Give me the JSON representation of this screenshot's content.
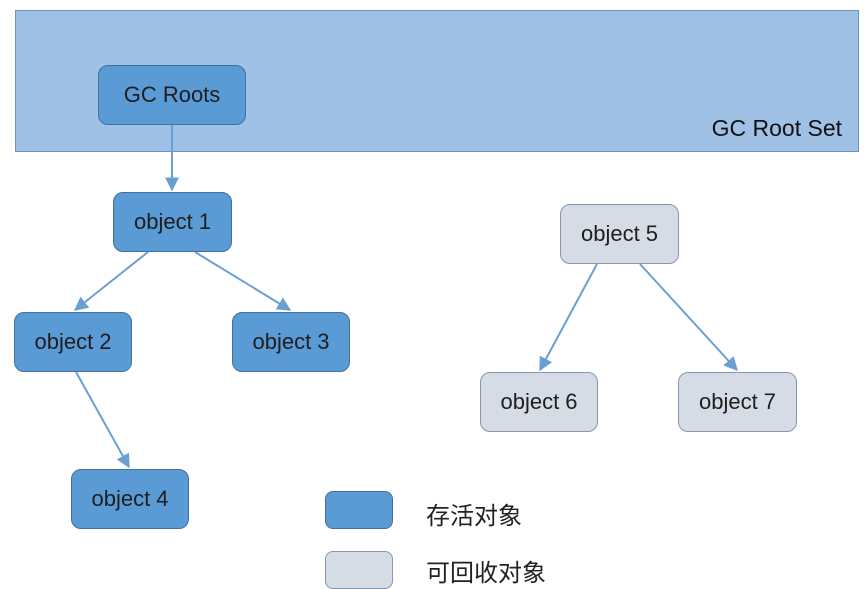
{
  "root_set": {
    "label": "GC Root Set"
  },
  "nodes": {
    "gc_roots": "GC Roots",
    "object1": "object 1",
    "object2": "object 2",
    "object3": "object 3",
    "object4": "object 4",
    "object5": "object 5",
    "object6": "object 6",
    "object7": "object 7"
  },
  "legend": {
    "live": "存活对象",
    "collectable": "可回收对象"
  },
  "colors": {
    "root_set_fill": "#a0c1e6",
    "live_fill": "#5b9bd5",
    "collectable_fill": "#d6dce5",
    "edge": "#6a9fd4"
  }
}
